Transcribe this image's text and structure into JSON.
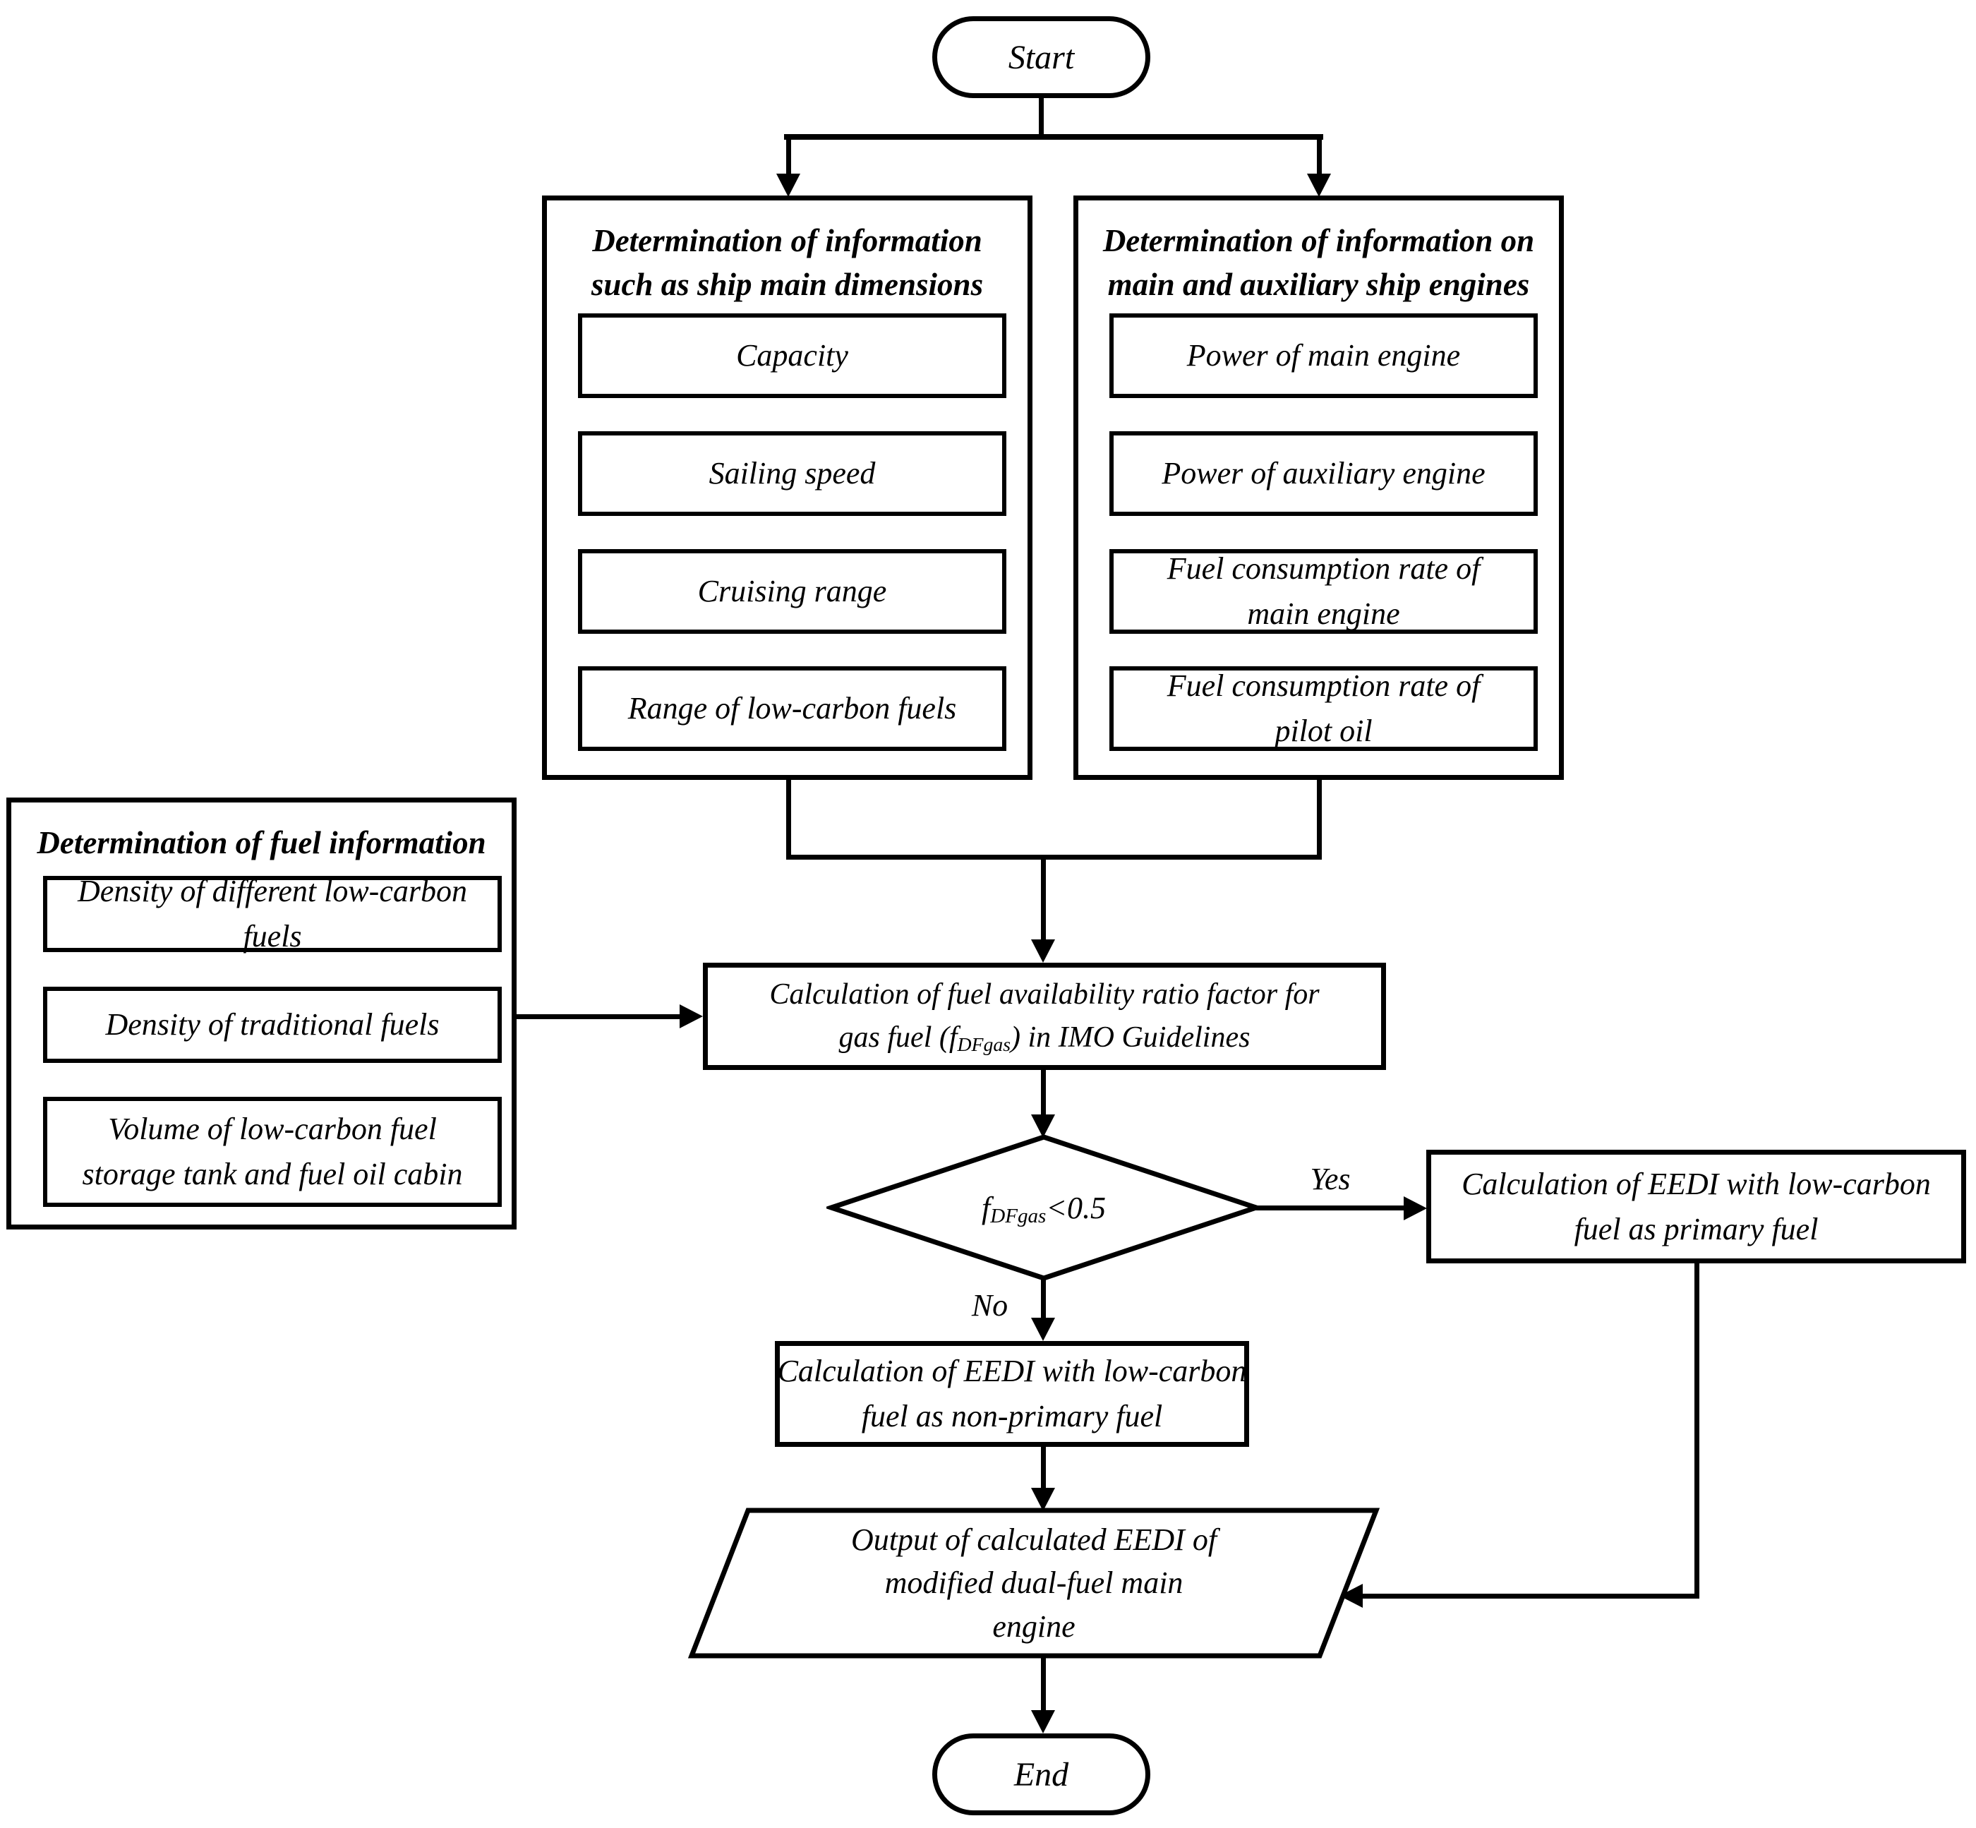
{
  "flowchart": {
    "start": {
      "label": "Start"
    },
    "end": {
      "label": "End"
    },
    "ship_info_group": {
      "title_lines": [
        "Determination of information",
        "such as ship main dimensions"
      ],
      "items": [
        {
          "lines": [
            "Capacity"
          ]
        },
        {
          "lines": [
            "Sailing speed"
          ]
        },
        {
          "lines": [
            "Cruising range"
          ]
        },
        {
          "lines": [
            "Range of low-carbon fuels"
          ]
        }
      ]
    },
    "engine_info_group": {
      "title_lines": [
        "Determination of information on",
        "main and auxiliary ship engines"
      ],
      "items": [
        {
          "lines": [
            "Power of main engine"
          ]
        },
        {
          "lines": [
            "Power of auxiliary engine"
          ]
        },
        {
          "lines": [
            "Fuel consumption rate of",
            "main engine"
          ]
        },
        {
          "lines": [
            "Fuel consumption rate of",
            "pilot oil"
          ]
        }
      ]
    },
    "fuel_info_group": {
      "title": "Determination of fuel information",
      "items": [
        {
          "lines": [
            "Density of different low-carbon",
            "fuels"
          ]
        },
        {
          "lines": [
            "Density of traditional fuels"
          ]
        },
        {
          "lines": [
            "Volume of low-carbon fuel",
            "storage tank and fuel oil cabin"
          ]
        }
      ]
    },
    "availability_calc": {
      "line1": "Calculation of fuel availability ratio factor for",
      "line2_before": "gas fuel (",
      "symbol": "f",
      "subscript": "DFgas",
      "line2_after": ") in IMO Guidelines"
    },
    "decision": {
      "symbol": "f",
      "subscript": "DFgas",
      "comparison": "<0.5",
      "yes_label": "Yes",
      "no_label": "No"
    },
    "primary_calc": {
      "lines": [
        "Calculation of EEDI with low-carbon",
        "fuel as primary fuel"
      ]
    },
    "non_primary_calc": {
      "lines": [
        "Calculation of EEDI with low-carbon",
        "fuel as non-primary fuel"
      ]
    },
    "output": {
      "lines": [
        "Output of calculated EEDI of",
        "modified dual-fuel main",
        "engine"
      ]
    },
    "colors": {
      "ink": "#000000",
      "paper": "#ffffff"
    }
  }
}
